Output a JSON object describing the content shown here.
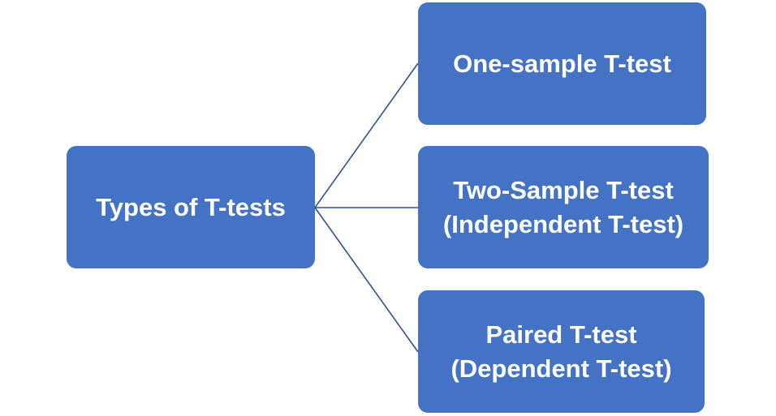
{
  "colors": {
    "node_fill": "#4472C4",
    "connector": "#2F528F",
    "text": "#FFFFFF"
  },
  "root": {
    "label": "Types of T-tests"
  },
  "children": [
    {
      "lines": [
        "One-sample T-test"
      ]
    },
    {
      "lines": [
        "Two-Sample T-test",
        "(Independent T-test)"
      ]
    },
    {
      "lines": [
        "Paired T-test",
        "(Dependent T-test)"
      ]
    }
  ]
}
